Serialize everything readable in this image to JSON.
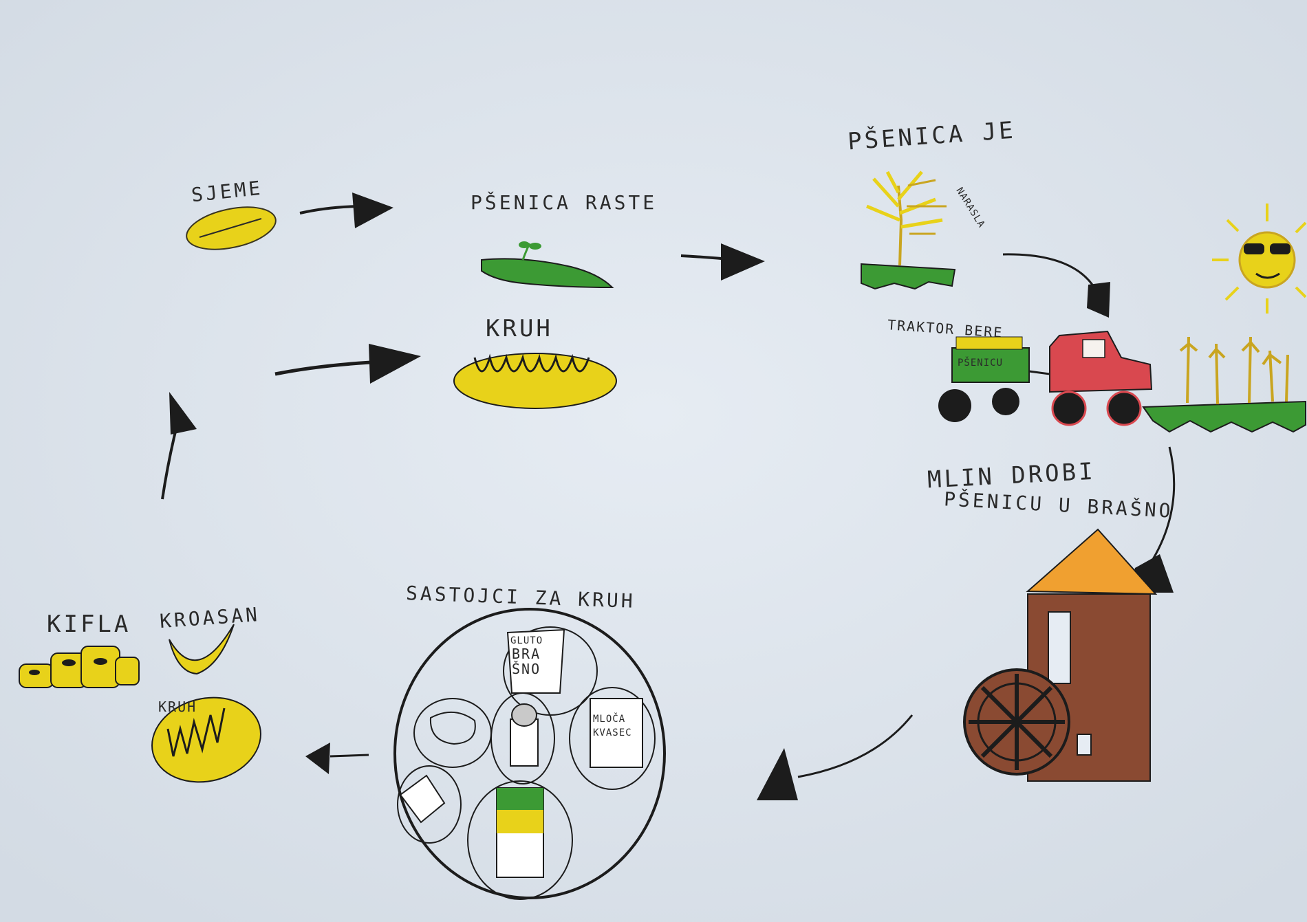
{
  "labels": {
    "sjeme": "SJEME",
    "psenica_raste": "PŠENICA RASTE",
    "psenica_je": "PŠENICA JE",
    "narasla": "NARASLA",
    "traktor": "TRAKTOR BERE",
    "psenicu": "PŠENICU",
    "mlin_line1": "MLIN DROBI",
    "mlin_line2": "PŠENICU U BRAŠNO",
    "sastojci": "SASTOJCI ZA KRUH",
    "kifla": "KIFLA",
    "kroasan": "KROASAN",
    "kruh_small": "KRUH",
    "kruh_top": "KRUH",
    "brasno_pack": "BRA ŠNO",
    "gluten_pack": "GLUTO",
    "mlijeko_pack": "MLOČA KVASEC"
  },
  "colors": {
    "background": "#dfe6ee",
    "yellow": "#e8d21a",
    "green": "#3c9a34",
    "red": "#d9484f",
    "brown": "#8a4a32",
    "orange": "#f0a030",
    "ink": "#1c1c1c"
  }
}
